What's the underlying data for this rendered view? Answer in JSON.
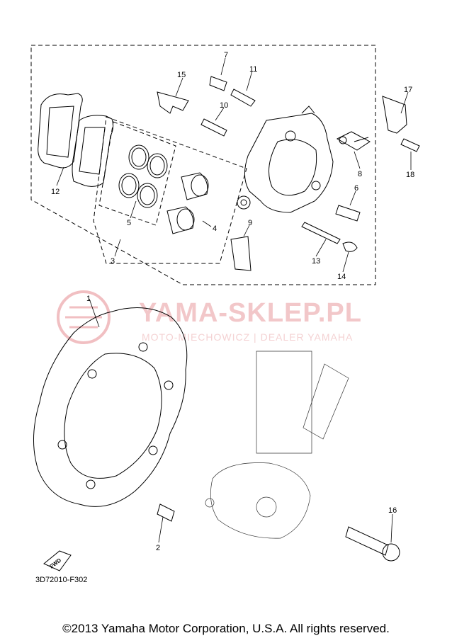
{
  "diagram": {
    "labels": [
      "1",
      "2",
      "3",
      "4",
      "5",
      "6",
      "7",
      "8",
      "9",
      "10",
      "11",
      "12",
      "13",
      "14",
      "15",
      "16",
      "17",
      "18"
    ],
    "watermark": {
      "title": "YAMA-SKLEP.PL",
      "subtitle": "MOTO-MIECHOWICZ | DEALER YAMAHA"
    },
    "fwd_badge": "FWD",
    "drawing_code": "3D72010-F302",
    "copyright": "©2013 Yamaha Motor Corporation, U.S.A. All rights reserved."
  }
}
